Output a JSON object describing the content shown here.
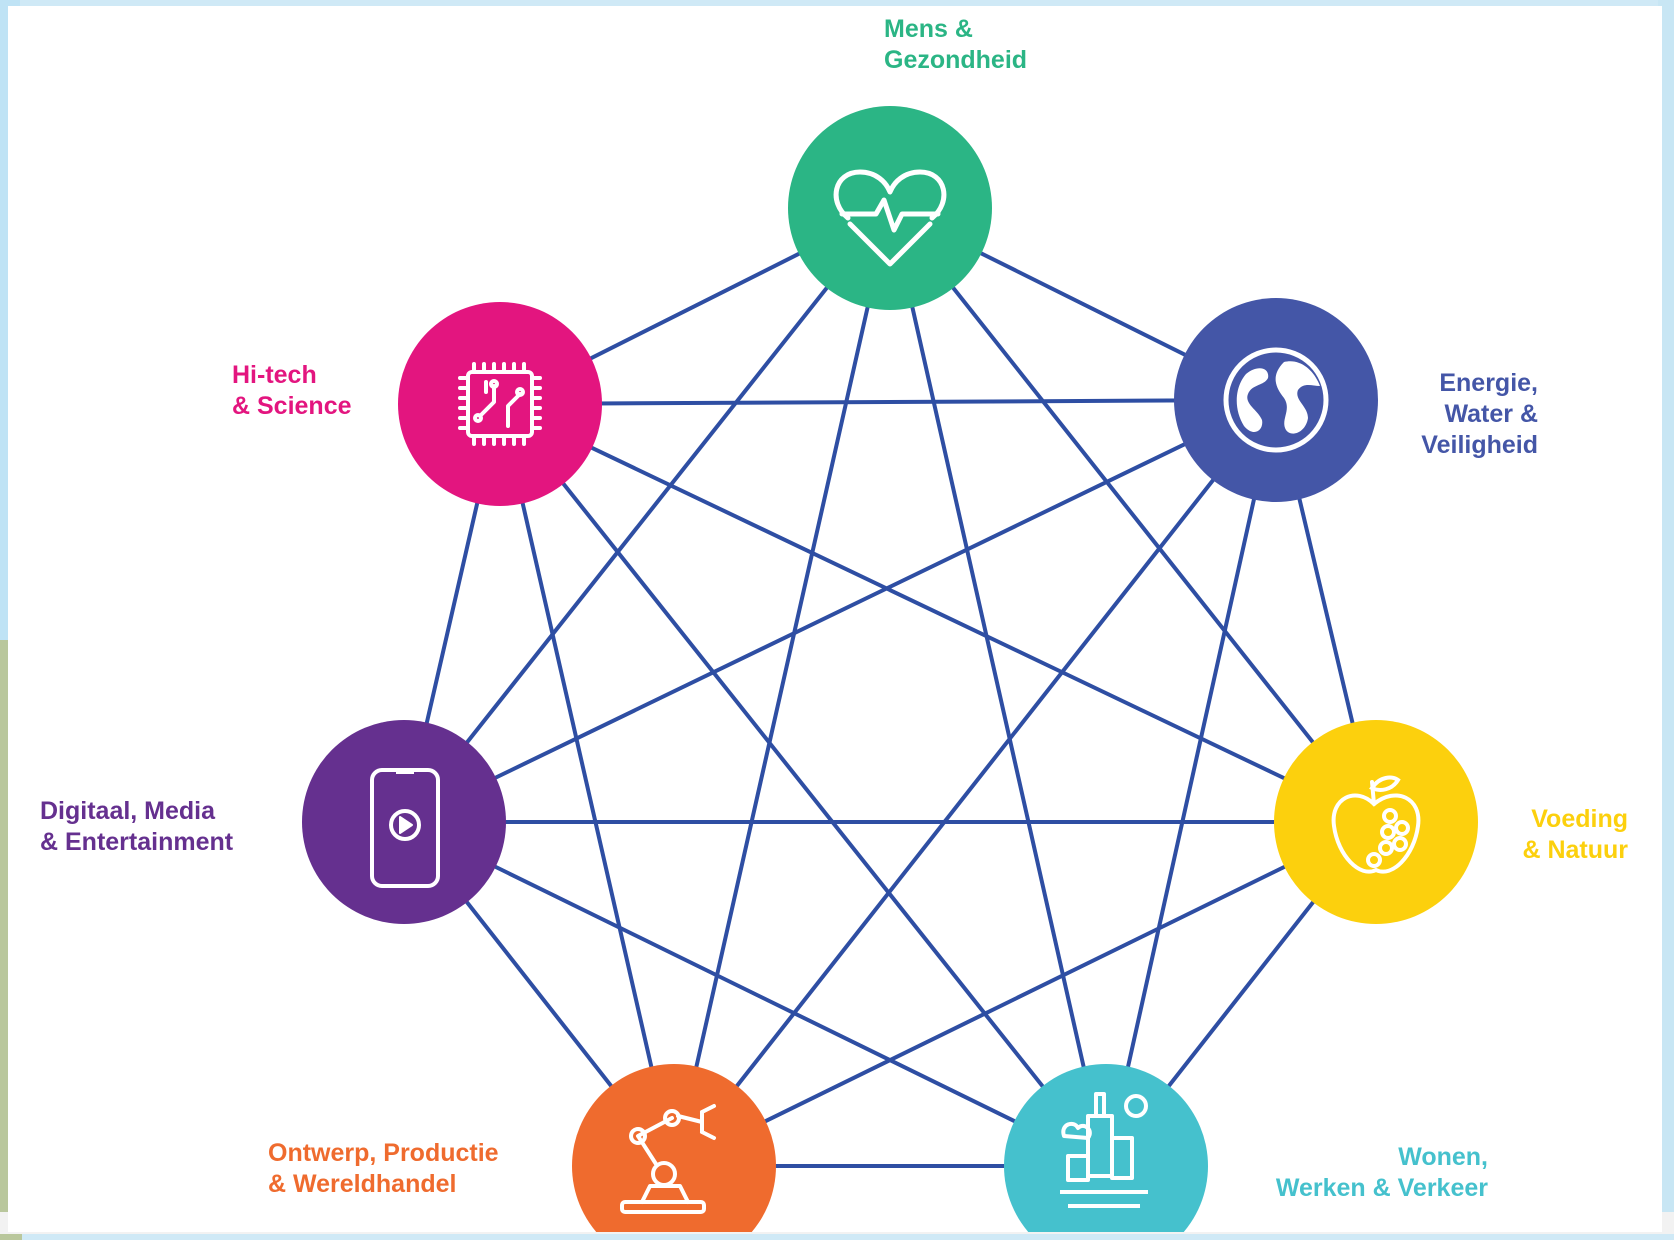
{
  "nodes": [
    {
      "id": "mens",
      "line1": "Mens &",
      "line2": "Gezondheid",
      "line3": "",
      "color": "#2bb585",
      "icon": "heart-pulse-icon"
    },
    {
      "id": "energie",
      "line1": "Energie,",
      "line2": "Water &",
      "line3": "Veiligheid",
      "color": "#4456a7",
      "icon": "globe-icon"
    },
    {
      "id": "voeding",
      "line1": "Voeding",
      "line2": "& Natuur",
      "line3": "",
      "color": "#fcd00d",
      "icon": "apple-icon"
    },
    {
      "id": "wonen",
      "line1": "Wonen,",
      "line2": "Werken & Verkeer",
      "line3": "",
      "color": "#45c1cd",
      "icon": "city-skyline-icon"
    },
    {
      "id": "ontwerp",
      "line1": "Ontwerp, Productie",
      "line2": "& Wereldhandel",
      "line3": "",
      "color": "#ef6b2e",
      "icon": "robot-arm-icon"
    },
    {
      "id": "digitaal",
      "line1": "Digitaal, Media",
      "line2": "& Entertainment",
      "line3": "",
      "color": "#65308f",
      "icon": "smartphone-play-icon"
    },
    {
      "id": "hitech",
      "line1": "Hi-tech",
      "line2": "& Science",
      "line3": "",
      "color": "#e3157f",
      "icon": "microchip-icon"
    }
  ],
  "connection_color": "#2e4ea3"
}
